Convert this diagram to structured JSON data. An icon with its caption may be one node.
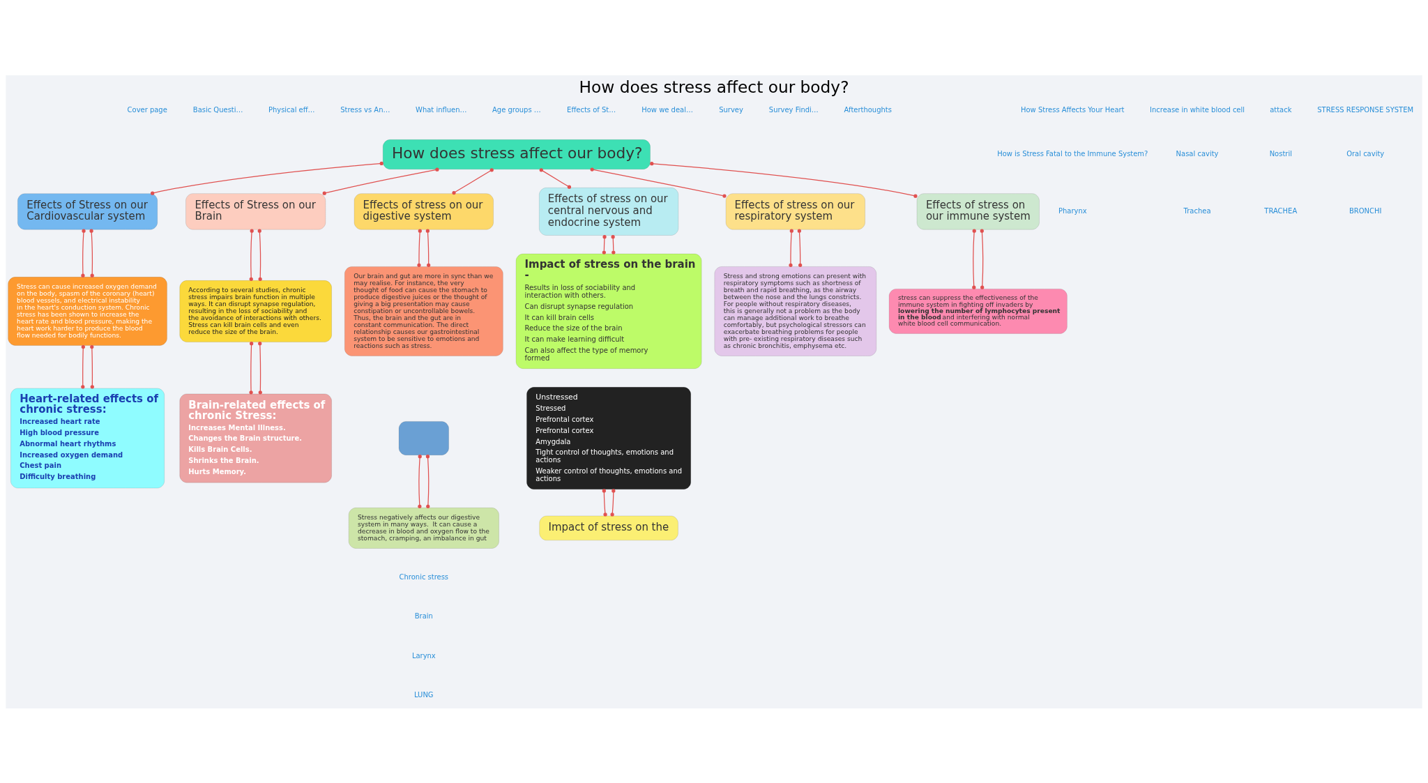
{
  "diagram": {
    "title": "How does stress affect our body?",
    "nodes": [
      {
        "text": [
          "How does stress affect our body?"
        ]
      },
      {
        "text": [
          "Effects of Stress on our Cardiovascular system"
        ]
      },
      {
        "text": [
          "Effects of Stress on our Brain"
        ]
      },
      {
        "text": [
          "Effects of stress on our digestive system"
        ]
      },
      {
        "text": [
          "Effects of stress on our central nervous and endocrine system"
        ]
      },
      {
        "text": [
          "Effects of stress on our respiratory system"
        ]
      },
      {
        "text": [
          "Effects of stress on our immune system"
        ]
      },
      {
        "text": [
          "Stress can cause increased oxygen demand on the body, spasm of the coronary (heart) blood vessels, and electrical instability in the heart's conduction system. Chronic stress has been shown to increase the heart rate and blood pressure, making the heart work harder to produce the blood flow needed for bodily functions."
        ]
      },
      {
        "text": [
          "Heart-related effects of chronic stress:",
          "Increased heart rate",
          "High blood pressure",
          "Abnormal heart rhythms",
          "Increased oxygen demand",
          "Chest pain",
          "Difficulty breathing"
        ]
      },
      {
        "text": [
          "According to several studies, chronic stress impairs brain function in multiple ways. It can disrupt synapse regulation, resulting in the loss of sociability and the avoidance of interactions with others. Stress can kill brain cells and even reduce the size of the brain."
        ]
      },
      {
        "text": [
          "Brain-related effects of chronic Stress:",
          "Increases Mental Illness.",
          "Changes the Brain structure.",
          "Kills Brain Cells.",
          "Shrinks the Brain.",
          "Hurts Memory."
        ]
      },
      {
        "text": [
          "Our brain and gut are more in sync than we may realise. For instance, the very thought of food can cause the stomach to produce digestive juices or the thought of giving a big presentation may cause constipation or uncontrollable bowels. Thus, the brain and the gut are in constant communication. The direct relationship causes our gastrointestinal system to be sensitive to emotions and reactions such as stress."
        ]
      },
      {
        "text": [],
        "shape": "box"
      },
      {
        "text": [
          "Stress negatively affects our digestive system in many ways.  It can cause a decrease in blood and oxygen flow to the stomach, cramping, an imbalance in gut"
        ]
      },
      {
        "text": [
          "Impact of stress on the brain -",
          "Results in loss of sociability and interaction with others.",
          "Can disrupt synapse regulation",
          "It can kill brain cells",
          "Reduce the size of the brain",
          "It can make learning difficult",
          "Can also affect the type of memory formed"
        ]
      },
      {
        "text": [
          "Unstressed",
          "Stressed",
          "Prefrontal cortex",
          "Prefrontal cortex",
          "Amygdala",
          "Tight control of thoughts, emotions and actions",
          "Weaker control of thoughts, emotions and actions"
        ]
      },
      {
        "text": [
          "Impact of stress on the"
        ]
      },
      {
        "text": [
          "Stress and strong emotions can present with respiratory symptoms such as shortness of breath and rapid breathing, as the airway between the nose and the lungs constricts. For people without respiratory diseases, this is generally not a problem as the body can manage additional work to breathe comfortably, but psychological stressors can exacerbate breathing problems for people with pre- existing respiratory diseases such as chronic bronchitis, emphysema etc."
        ]
      },
      {
        "text": [
          "stress can suppress the effectiveness of the immune system in fighting off invaders by **lowering the number of lymphocytes present in the blood** and interfering with normal white blood cell communication."
        ]
      }
    ],
    "edges": [
      {
        "from": 0,
        "to": 1,
        "arrow": "other"
      },
      {
        "from": 0,
        "to": 2,
        "arrow": "other"
      },
      {
        "from": 0,
        "to": 3,
        "arrow": "other"
      },
      {
        "from": 0,
        "to": 4,
        "arrow": "other"
      },
      {
        "from": 0,
        "to": 5,
        "arrow": "other"
      },
      {
        "from": 0,
        "to": 6,
        "arrow": "other"
      },
      {
        "from": 1,
        "to": 7,
        "arrow": "other"
      },
      {
        "from": 1,
        "to": 7,
        "arrow": "other"
      },
      {
        "from": 7,
        "to": 8,
        "arrow": "other"
      },
      {
        "from": 7,
        "to": 8,
        "arrow": "other"
      },
      {
        "from": 2,
        "to": 9,
        "arrow": "other"
      },
      {
        "from": 2,
        "to": 9,
        "arrow": "other"
      },
      {
        "from": 9,
        "to": 10,
        "arrow": "other"
      },
      {
        "from": 9,
        "to": 10,
        "arrow": "other"
      },
      {
        "from": 3,
        "to": 11,
        "arrow": "other"
      },
      {
        "from": 3,
        "to": 11,
        "arrow": "other"
      },
      {
        "from": 12,
        "to": 13,
        "arrow": "other"
      },
      {
        "from": 12,
        "to": 13,
        "arrow": "other"
      },
      {
        "from": 4,
        "to": 14,
        "arrow": "other"
      },
      {
        "from": 4,
        "to": 14,
        "arrow": "other"
      },
      {
        "from": 15,
        "to": 16,
        "arrow": "other"
      },
      {
        "from": 15,
        "to": 16,
        "arrow": "other"
      },
      {
        "from": 5,
        "to": 17,
        "arrow": "other"
      },
      {
        "from": 5,
        "to": 17,
        "arrow": "other"
      },
      {
        "from": 6,
        "to": 18,
        "arrow": "other"
      },
      {
        "from": 6,
        "to": 18,
        "arrow": "other"
      }
    ],
    "labels": [
      "Cover page",
      "Basic Questi…",
      "Physical eff…",
      "Stress vs An…",
      "What influen…",
      "Age groups …",
      "Effects of St…",
      "How we deal…",
      "Survey",
      "Survey Findi…",
      "Afterthoughts",
      "Chronic stress",
      "How Stress Affects Your Heart",
      "Increase in white blood cell",
      "attack",
      "STRESS RESPONSE SYSTEM",
      "Brain",
      "How is Stress Fatal to the Immune System?",
      "Nasal cavity",
      "Nostril",
      "Oral cavity",
      "Larynx",
      "Pharynx",
      "Trachea",
      "TRACHEA",
      "BRONCHI",
      "LUNG"
    ]
  }
}
